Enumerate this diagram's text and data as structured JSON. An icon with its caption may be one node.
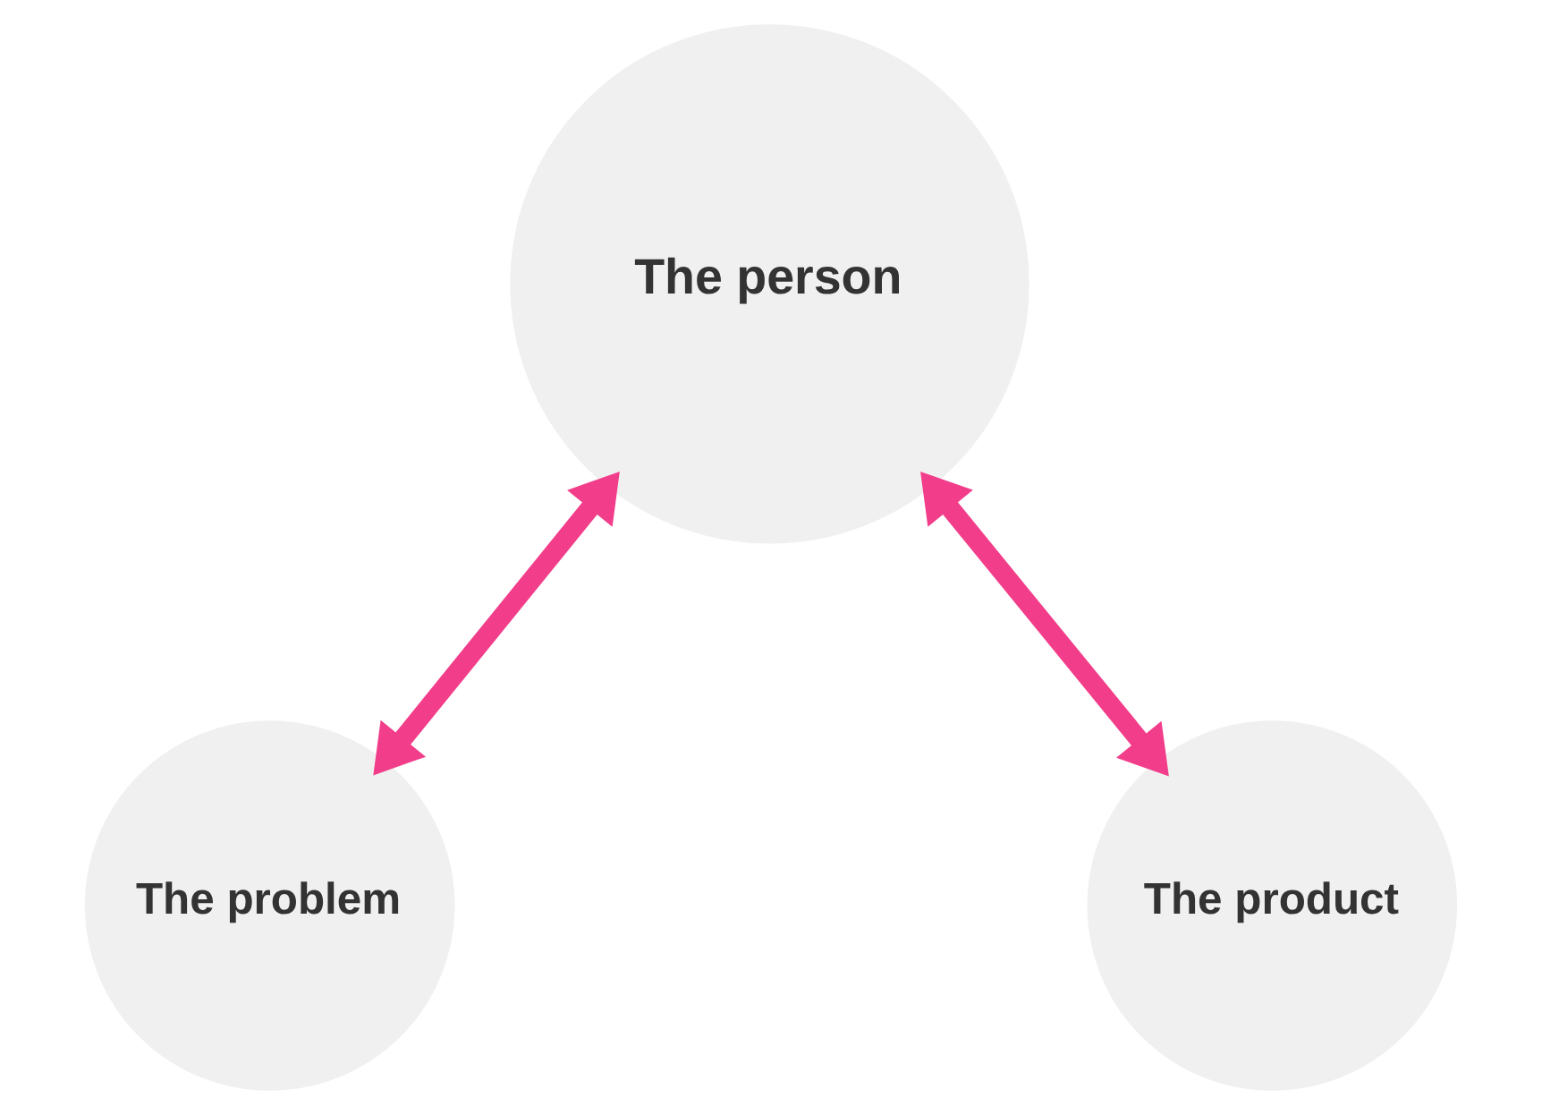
{
  "diagram": {
    "nodes": [
      {
        "text": [
          "The person"
        ]
      },
      {
        "text": [
          "The problem"
        ]
      },
      {
        "text": [
          "The product"
        ]
      }
    ],
    "edges": [
      {
        "from": 0,
        "to": 1,
        "arrow": "both"
      },
      {
        "from": 0,
        "to": 2,
        "arrow": "both"
      }
    ]
  }
}
